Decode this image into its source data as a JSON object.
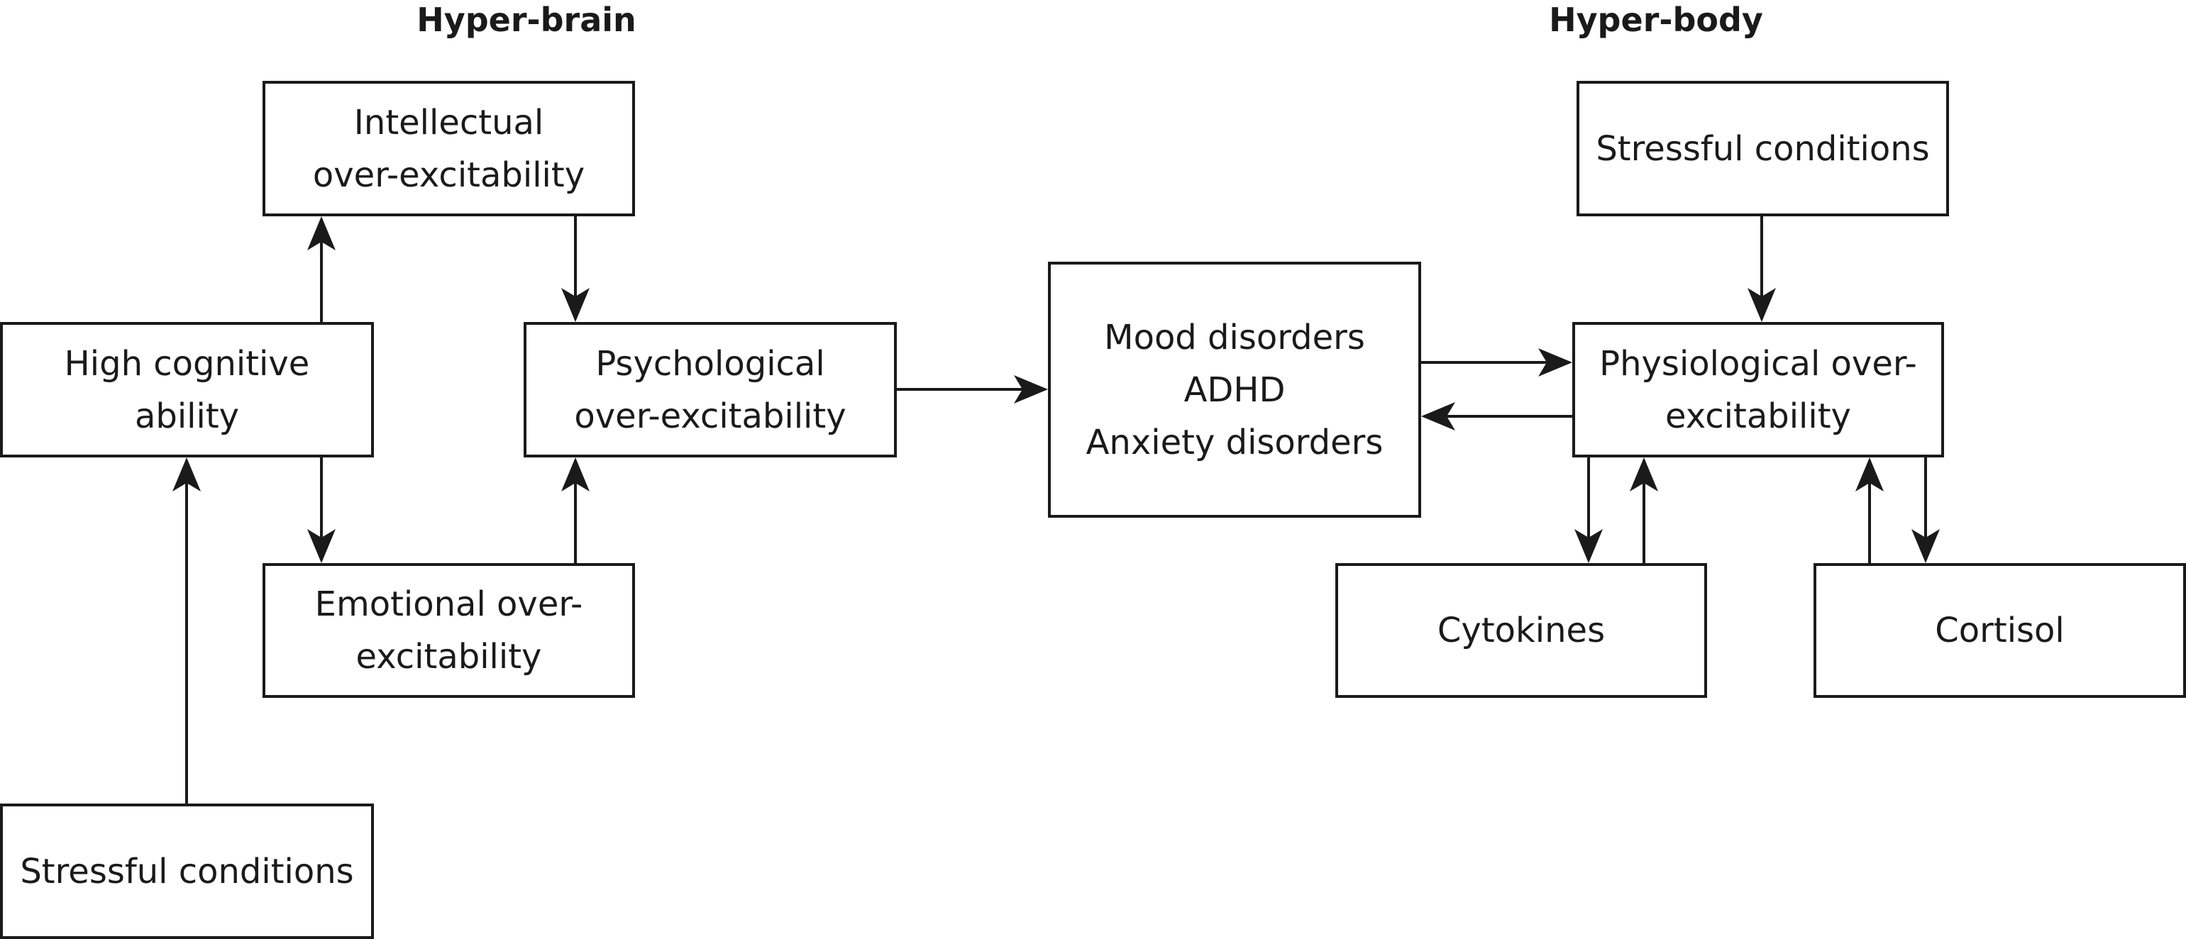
{
  "sections": {
    "hyper_brain": "Hyper-brain",
    "hyper_body": "Hyper-body"
  },
  "nodes": {
    "intellectual": {
      "lines": [
        "Intellectual",
        "over-excitability"
      ]
    },
    "high_cognitive": {
      "lines": [
        "High cognitive",
        "ability"
      ]
    },
    "psychological": {
      "lines": [
        "Psychological",
        "over-excitability"
      ]
    },
    "emotional": {
      "lines": [
        "Emotional over-",
        "excitability"
      ]
    },
    "stressful_left": {
      "lines": [
        "Stressful conditions"
      ]
    },
    "disorders": {
      "lines": [
        "Mood disorders",
        "ADHD",
        "Anxiety disorders"
      ]
    },
    "stressful_right": {
      "lines": [
        "Stressful conditions"
      ]
    },
    "physiological": {
      "lines": [
        "Physiological over-",
        "excitability"
      ]
    },
    "cytokines": {
      "lines": [
        "Cytokines"
      ]
    },
    "cortisol": {
      "lines": [
        "Cortisol"
      ]
    }
  },
  "edges": [
    {
      "from": "high_cognitive",
      "to": "intellectual"
    },
    {
      "from": "intellectual",
      "to": "psychological"
    },
    {
      "from": "high_cognitive",
      "to": "emotional"
    },
    {
      "from": "emotional",
      "to": "psychological"
    },
    {
      "from": "stressful_left",
      "to": "high_cognitive"
    },
    {
      "from": "psychological",
      "to": "disorders"
    },
    {
      "from": "disorders",
      "to": "physiological"
    },
    {
      "from": "physiological",
      "to": "disorders"
    },
    {
      "from": "stressful_right",
      "to": "physiological"
    },
    {
      "from": "physiological",
      "to": "cytokines"
    },
    {
      "from": "cytokines",
      "to": "physiological"
    },
    {
      "from": "cortisol",
      "to": "physiological"
    },
    {
      "from": "physiological",
      "to": "cortisol"
    }
  ],
  "colors": {
    "stroke": "#1a1a1a",
    "background": "#ffffff"
  }
}
